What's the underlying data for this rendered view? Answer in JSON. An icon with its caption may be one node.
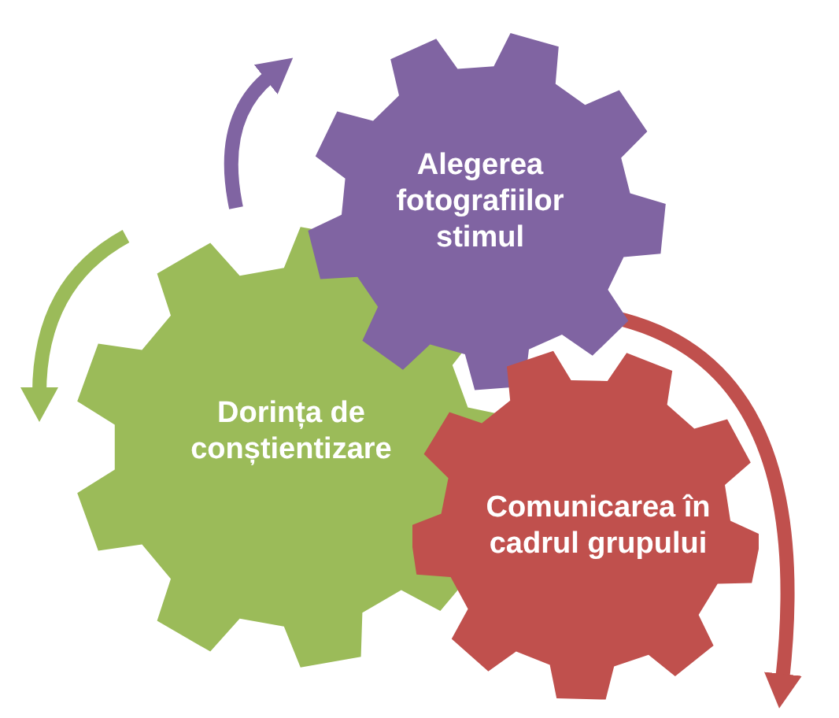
{
  "diagram": {
    "nodes": [
      {
        "text": [
          "Alegerea fotografiilor stimul"
        ]
      },
      {
        "text": [
          "Dorința de conștientizare"
        ]
      },
      {
        "text": [
          "Comunicarea în cadrul grupului"
        ]
      }
    ]
  }
}
